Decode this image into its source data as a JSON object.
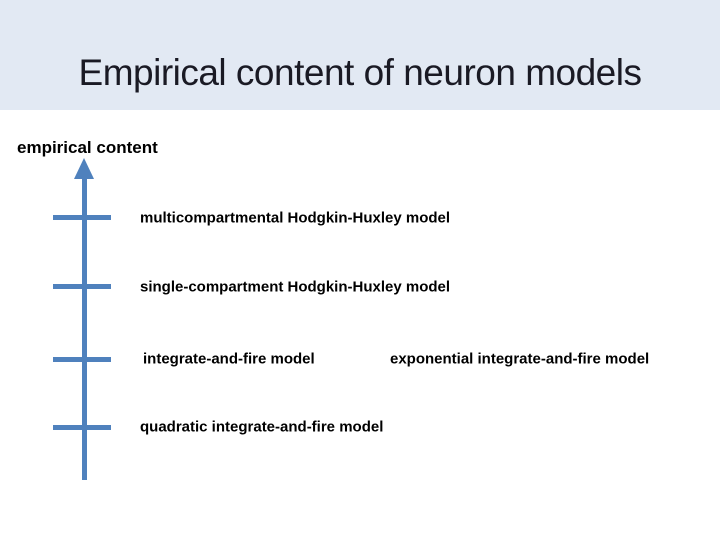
{
  "colors": {
    "accent": "#4f81bd",
    "title_band_bg": "#e2e9f3",
    "slide_bg": "#ffffff",
    "title_text": "#1a1a24",
    "label_text": "#000000"
  },
  "slide": {
    "title": "Empirical content of neuron models"
  },
  "diagram": {
    "axis_label": "empirical content",
    "axis_direction": "up",
    "ticks": [
      {
        "label": "multicompartmental Hodgkin-Huxley model"
      },
      {
        "label": "single-compartment Hodgkin-Huxley model"
      },
      {
        "label": "integrate-and-fire model",
        "label_right": "exponential integrate-and-fire model"
      },
      {
        "label": "quadratic integrate-and-fire model"
      }
    ]
  }
}
